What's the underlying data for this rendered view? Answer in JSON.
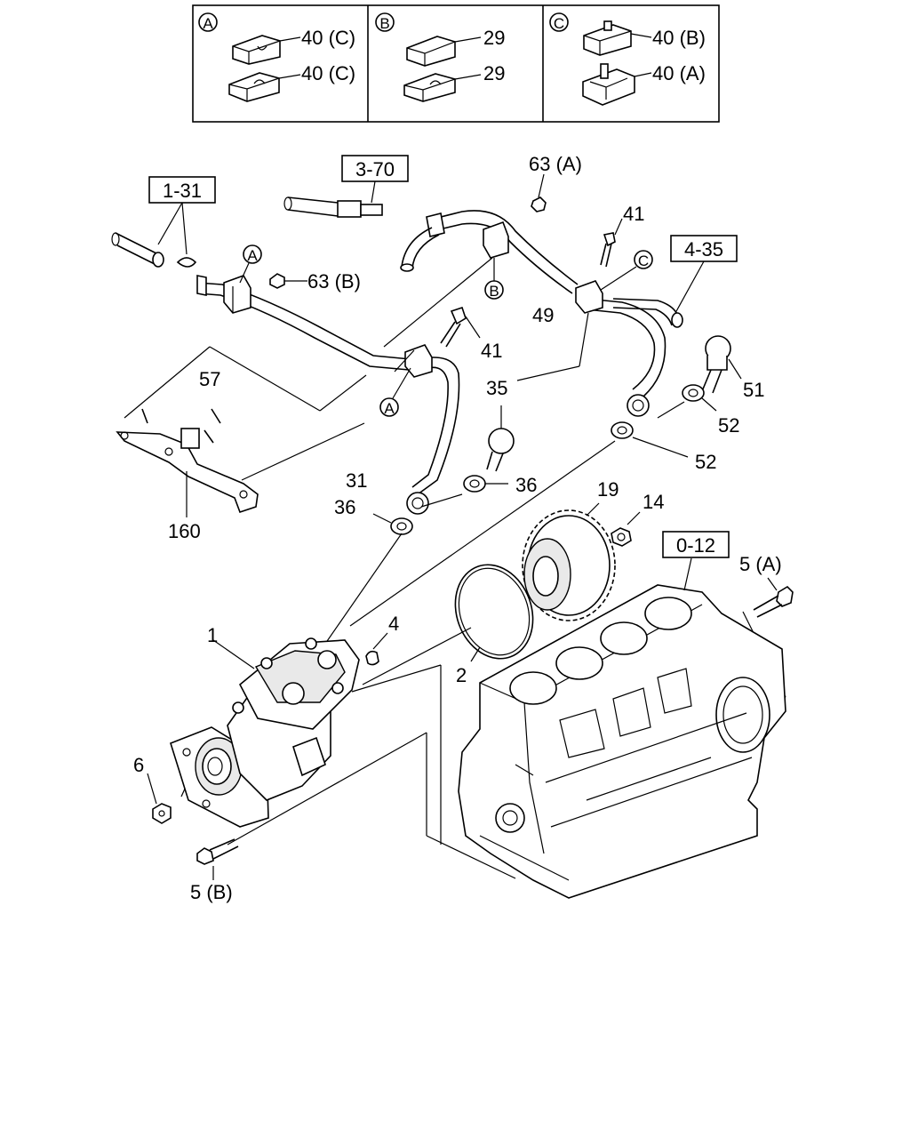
{
  "legend": {
    "A": {
      "letter": "A",
      "top": "40 (C)",
      "bottom": "40 (C)"
    },
    "B": {
      "letter": "B",
      "top": "29",
      "bottom": "29"
    },
    "C": {
      "letter": "C",
      "top": "40 (B)",
      "bottom": "40 (A)"
    }
  },
  "refs": {
    "r1_31": "1-31",
    "r3_70": "3-70",
    "r4_35": "4-35",
    "r0_12": "0-12"
  },
  "labels": {
    "l63A": "63 (A)",
    "l63B": "63 (B)",
    "l41a": "41",
    "l41b": "41",
    "l49": "49",
    "l51": "51",
    "l52a": "52",
    "l52b": "52",
    "l57": "57",
    "l35": "35",
    "l31": "31",
    "l36a": "36",
    "l36b": "36",
    "l160": "160",
    "l19": "19",
    "l14": "14",
    "l5A": "5 (A)",
    "l5B": "5 (B)",
    "l1": "1",
    "l2": "2",
    "l4": "4",
    "l6": "6"
  },
  "callouts": {
    "cA1": "A",
    "cA2": "A",
    "cB": "B",
    "cC": "C"
  }
}
